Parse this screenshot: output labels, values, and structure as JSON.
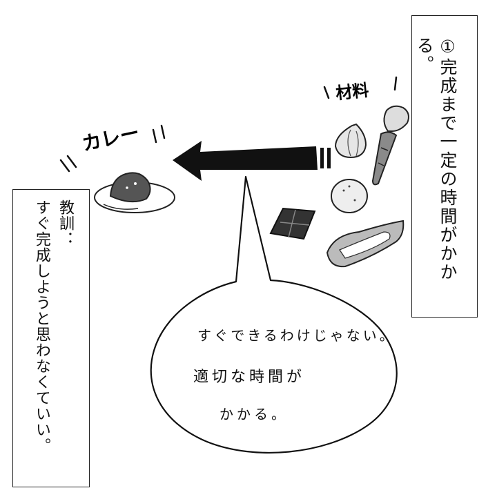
{
  "captions": {
    "step": "①完成まで一定の時間がかかる。",
    "lesson": "教訓：\nすぐ完成しようと思わなくていい。"
  },
  "labels": {
    "curry": "カレー",
    "ingredients": "材料"
  },
  "speech_bubble": {
    "line1": "すぐできるわけじゃない。",
    "line2": "適切な時間が",
    "line3": "かかる。"
  }
}
